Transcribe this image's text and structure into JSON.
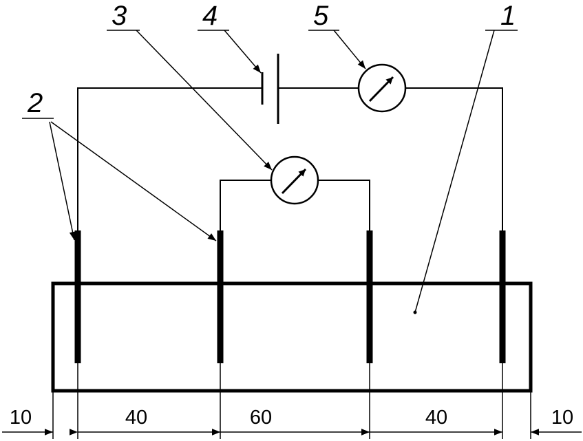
{
  "callouts": {
    "sample": "1",
    "electrodes": "2",
    "inner_meter": "3",
    "battery": "4",
    "outer_meter": "5"
  },
  "dimensions": {
    "left_margin": "10",
    "span_1": "40",
    "span_2": "60",
    "span_3": "40",
    "right_margin": "10"
  }
}
